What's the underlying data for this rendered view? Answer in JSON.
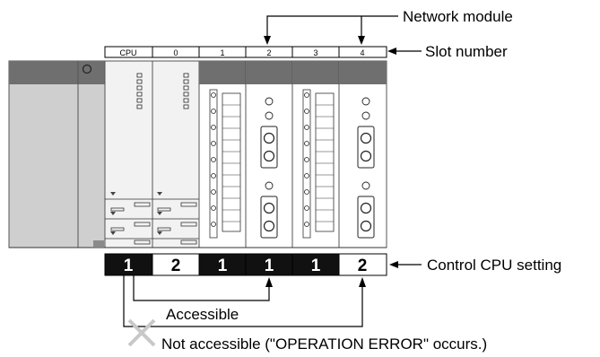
{
  "labels": {
    "network_module": "Network module",
    "slot_number": "Slot number",
    "control_cpu_setting": "Control CPU setting",
    "accessible": "Accessible",
    "not_accessible": "Not accessible (\"OPERATION ERROR\" occurs.)"
  },
  "slots": [
    "CPU",
    "0",
    "1",
    "2",
    "3",
    "4"
  ],
  "control_cpu": [
    "1",
    "2",
    "1",
    "1",
    "1",
    "2"
  ],
  "colors": {
    "dark_cell": "#111111",
    "light_cell": "#ffffff",
    "module_gray": "#cfcfcf",
    "module_header": "#6f6f6f",
    "cross": "#c8c8c8"
  }
}
